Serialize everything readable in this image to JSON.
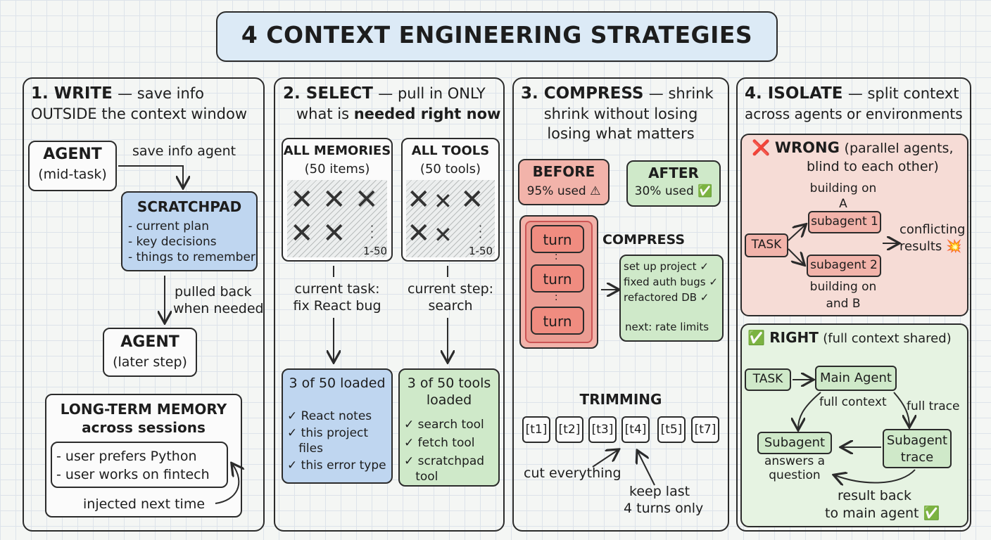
{
  "title": "4 CONTEXT ENGINEERING STRATEGIES",
  "colors": {
    "blue": "#bfd6f0",
    "green": "#cfe9c9",
    "red": "#f2b3aa",
    "pink": "#f6dcd6",
    "paper": "#f4f6f4"
  },
  "write": {
    "heading": "1. WRITE",
    "heading_rest": "— save info",
    "heading_line2": "OUTSIDE the context window",
    "agent_label": "AGENT",
    "agent_sub": "(mid-task)",
    "save_label": "save info agent",
    "scratchpad_title": "SCRATCHPAD",
    "scratchpad_items": [
      "- current plan",
      "- key decisions",
      "- things to remember"
    ],
    "pulled_line1": "pulled back",
    "pulled_line2": "when needed",
    "agent2_label": "AGENT",
    "agent2_sub": "(later step)",
    "ltm_title": "LONG-TERM MEMORY",
    "ltm_sub": "across sessions",
    "ltm_items": [
      "- user prefers Python",
      "- user works on fintech"
    ],
    "injected": "injected next time"
  },
  "select": {
    "heading": "2. SELECT",
    "heading_rest": "— pull in ONLY",
    "heading_line2_a": "what is ",
    "heading_line2_b": "needed right now",
    "memories_title": "ALL MEMORIES",
    "memories_sub": "(50 items)",
    "tools_title": "ALL TOOLS",
    "tools_sub": "(50 tools)",
    "range": "1-50",
    "task_line1": "current task:",
    "task_line2": "fix React bug",
    "step_line1": "current step:",
    "step_line2": "search",
    "loaded_title": "3 of 50 loaded",
    "loaded_items": [
      "✓ React notes",
      "✓ this project",
      "   files",
      "✓ this error type"
    ],
    "tools_loaded_line1": "3 of 50 tools",
    "tools_loaded_line2": "loaded",
    "tools_loaded_items": [
      "✓ search tool",
      "✓ fetch tool",
      "✓ scratchpad",
      "   tool"
    ]
  },
  "compress": {
    "heading": "3. COMPRESS",
    "heading_rest": "— shrink",
    "heading_line2": "shrink without losing",
    "heading_line3": "losing what matters",
    "before_title": "BEFORE",
    "before_sub": "95% used ⚠",
    "after_title": "AFTER",
    "after_sub": "30% used ✅",
    "turn_label": "turn",
    "compress_label": "COMPRESS",
    "summary_items": [
      "set up project ✓",
      "fixed auth bugs ✓",
      "refactored DB ✓"
    ],
    "next_item": "next: rate limits",
    "trimming_label": "TRIMMING",
    "turns": [
      "[t1]",
      "[t2]",
      "[t3]",
      "[t4]",
      "[t5]",
      "[t7]"
    ],
    "cut_label": "cut everything",
    "keep_line1": "keep last",
    "keep_line2": "4 turns only"
  },
  "isolate": {
    "heading": "4. ISOLATE",
    "heading_rest": "— split context",
    "heading_line2": "across agents or environments",
    "wrong_icon": "❌",
    "wrong_title": "WRONG",
    "wrong_rest": "(parallel agents,",
    "wrong_line2": "blind to each other)",
    "building_a1": "building on",
    "building_a2": "A",
    "task_label": "TASK",
    "subagent1": "subagent 1",
    "subagent2": "subagent 2",
    "conflicting1": "conflicting",
    "conflicting2": "results 💥",
    "building_b1": "building on",
    "building_b2": "and B",
    "right_icon": "✅",
    "right_title": "RIGHT",
    "right_rest": "(full context shared)",
    "task2_label": "TASK",
    "main_agent": "Main Agent",
    "full_context": "full context",
    "full_trace": "full trace",
    "subagent_label": "Subagent",
    "answers1": "answers a",
    "answers2": "question",
    "subagent_trace1": "Subagent",
    "subagent_trace2": "trace",
    "result1": "result back",
    "result2": "to main agent ✅"
  }
}
